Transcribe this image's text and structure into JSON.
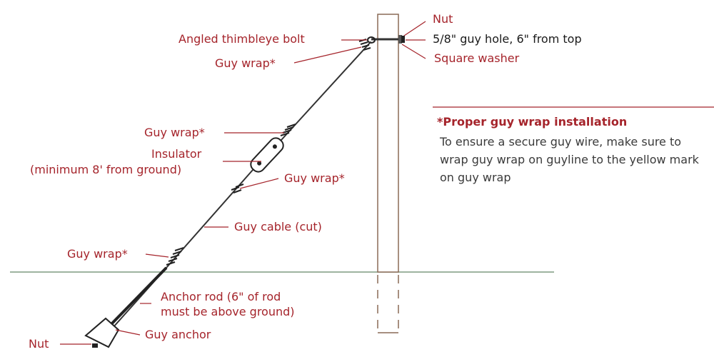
{
  "labels": {
    "nut_top": "Nut",
    "guy_hole": "5/8\" guy hole, 6\" from top",
    "square_washer": "Square washer",
    "thimbleye_bolt": "Angled thimbleye bolt",
    "guy_wrap_top": "Guy wrap*",
    "guy_wrap_upper": "Guy wrap*",
    "insulator_line1": "Insulator",
    "insulator_line2": "(minimum 8' from ground)",
    "guy_wrap_mid": "Guy wrap*",
    "guy_cable": "Guy cable (cut)",
    "guy_wrap_low": "Guy wrap*",
    "anchor_rod_line1": "Anchor rod  (6\" of rod",
    "anchor_rod_line2": "must be above ground)",
    "guy_anchor": "Guy anchor",
    "nut_bottom": "Nut"
  },
  "note": {
    "title": "*Proper guy wrap installation",
    "body": "To ensure a secure guy wire, make sure to wrap guy wrap on guyline to the yellow mark on guy wrap"
  },
  "colors": {
    "label_red": "#a5242b",
    "pole": "#8a6a56",
    "cable": "#333333",
    "ground": "#7f9b80"
  }
}
